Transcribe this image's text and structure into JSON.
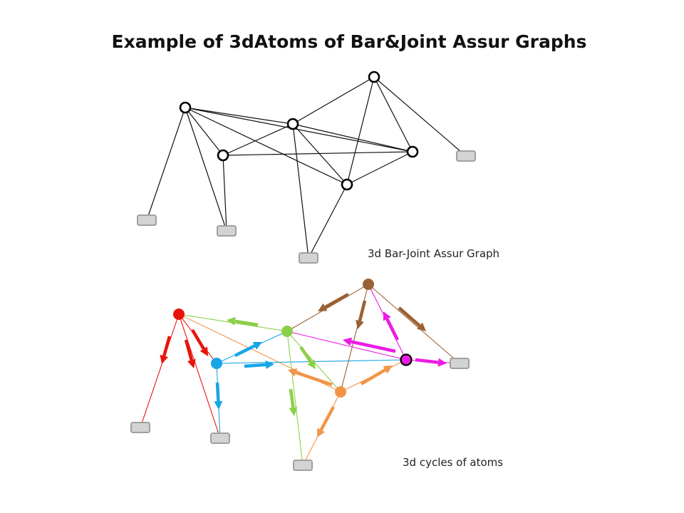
{
  "title": "Example of 3dAtoms of Bar&Joint Assur Graphs",
  "top_graph": {
    "caption": "3d Bar-Joint Assur Graph",
    "edge_color": "#111111",
    "joint_fill": "#ffffff",
    "joint_stroke": "#000000",
    "ground_fill": "#d3d3d3",
    "ground_stroke": "#a0a0a0"
  },
  "bottom_graph": {
    "caption": "3d cycles of atoms",
    "colors": {
      "red": "#e8140c",
      "blue": "#16a6e6",
      "green": "#8ccf48",
      "orange": "#f29448",
      "brown": "#9a6134",
      "magenta": "#ec1ce4"
    }
  }
}
